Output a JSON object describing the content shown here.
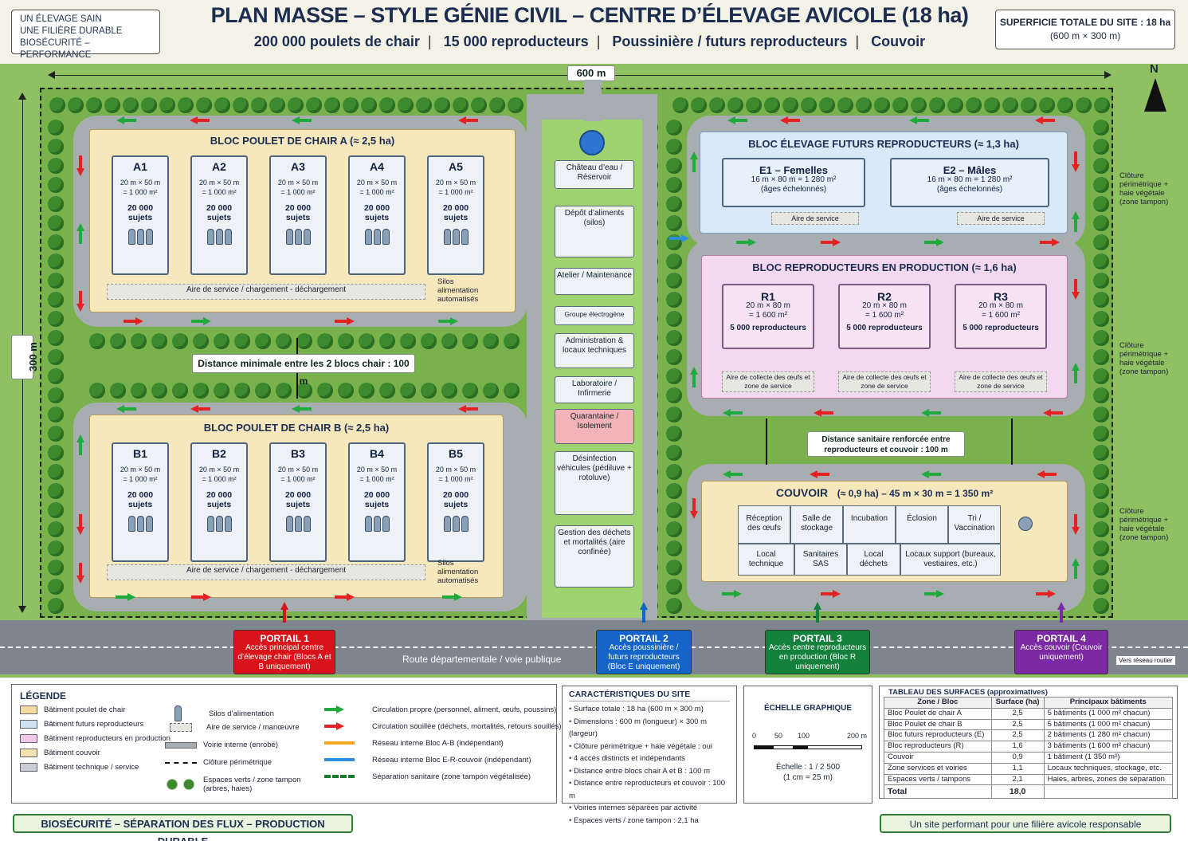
{
  "header": {
    "topleft": [
      "UN ÉLEVAGE SAIN",
      "UNE FILIÈRE DURABLE",
      "BIOSÉCURITÉ – PERFORMANCE"
    ],
    "title": "PLAN MASSE – STYLE GÉNIE CIVIL – CENTRE D’ÉLEVAGE AVICOLE (18 ha)",
    "subtitle": [
      "200 000 poulets de chair",
      "15 000 reproducteurs",
      "Poussinière / futurs reproducteurs",
      "Couvoir"
    ],
    "superficie_line1": "SUPERFICIE TOTALE DU SITE : 18 ha",
    "superficie_line2": "(600 m × 300 m)",
    "north": "N"
  },
  "dimensions": {
    "width": "600 m",
    "height": "300 m"
  },
  "bloc_a": {
    "title": "BLOC POULET DE CHAIR A  (≈ 2,5 ha)",
    "service": "Aire de service / chargement - déchargement",
    "silos": "Silos alimentation automatisés",
    "barns": [
      {
        "name": "A1",
        "dims": "20 m × 50 m",
        "area": "= 1 000 m²",
        "count": "20 000",
        "unit": "sujets"
      },
      {
        "name": "A2",
        "dims": "20 m × 50 m",
        "area": "= 1 000 m²",
        "count": "20 000",
        "unit": "sujets"
      },
      {
        "name": "A3",
        "dims": "20 m × 50 m",
        "area": "= 1 000 m²",
        "count": "20 000",
        "unit": "sujets"
      },
      {
        "name": "A4",
        "dims": "20 m × 50 m",
        "area": "= 1 000 m²",
        "count": "20 000",
        "unit": "sujets"
      },
      {
        "name": "A5",
        "dims": "20 m × 50 m",
        "area": "= 1 000 m²",
        "count": "20 000",
        "unit": "sujets"
      }
    ]
  },
  "bloc_b": {
    "title": "BLOC POULET DE CHAIR B  (≈ 2,5 ha)",
    "service": "Aire de service / chargement - déchargement",
    "silos": "Silos alimentation automatisés",
    "barns": [
      {
        "name": "B1",
        "dims": "20 m × 50 m",
        "area": "= 1 000 m²",
        "count": "20 000",
        "unit": "sujets"
      },
      {
        "name": "B2",
        "dims": "20 m × 50 m",
        "area": "= 1 000 m²",
        "count": "20 000",
        "unit": "sujets"
      },
      {
        "name": "B3",
        "dims": "20 m × 50 m",
        "area": "= 1 000 m²",
        "count": "20 000",
        "unit": "sujets"
      },
      {
        "name": "B4",
        "dims": "20 m × 50 m",
        "area": "= 1 000 m²",
        "count": "20 000",
        "unit": "sujets"
      },
      {
        "name": "B5",
        "dims": "20 m × 50 m",
        "area": "= 1 000 m²",
        "count": "20 000",
        "unit": "sujets"
      }
    ]
  },
  "distance_ab": "Distance minimale entre les 2 blocs chair : 100 m",
  "central": [
    "Château d’eau / Réservoir",
    "Dépôt d’aliments (silos)",
    "Atelier / Maintenance",
    "Groupe électrogène",
    "Administration & locaux techniques",
    "Laboratoire / Infirmerie",
    "Quarantaine / Isolement",
    "Désinfection véhicules (pédiluve + rotoluve)",
    "Gestion des déchets et mortalités (aire confinée)"
  ],
  "bloc_e": {
    "title": "BLOC  ÉLEVAGE FUTURS REPRODUCTEURS  (≈ 1,3 ha)",
    "barns": [
      {
        "name": "E1 – Femelles",
        "dims": "16 m × 80 m = 1 280 m²",
        "note": "(âges échelonnés)",
        "service": "Aire de service"
      },
      {
        "name": "E2 – Mâles",
        "dims": "16 m × 80 m = 1 280 m²",
        "note": "(âges échelonnés)",
        "service": "Aire de service"
      }
    ]
  },
  "bloc_r": {
    "title": "BLOC REPRODUCTEURS EN PRODUCTION  (≈ 1,6 ha)",
    "barns": [
      {
        "name": "R1",
        "dims": "20 m × 80 m",
        "area": "= 1 600 m²",
        "count": "5 000 reproducteurs",
        "service": "Aire de collecte des œufs et zone de service"
      },
      {
        "name": "R2",
        "dims": "20 m × 80 m",
        "area": "= 1 600 m²",
        "count": "5 000 reproducteurs",
        "service": "Aire de collecte des œufs et zone de service"
      },
      {
        "name": "R3",
        "dims": "20 m × 80 m",
        "area": "= 1 600 m²",
        "count": "5 000 reproducteurs",
        "service": "Aire de collecte des œufs et zone de service"
      }
    ]
  },
  "distance_rc": "Distance sanitaire renforcée entre reproducteurs et couvoir : 100 m",
  "couvoir": {
    "title": "COUVOIR",
    "title_suffix": "(≈ 0,9 ha) – 45 m × 30 m = 1 350 m²",
    "rooms_top": [
      "Réception des œufs",
      "Salle de stockage",
      "Incubation",
      "Éclosion",
      "Tri / Vaccination"
    ],
    "rooms_bottom": [
      "Local technique",
      "Sanitaires SAS",
      "Local déchets",
      "Locaux support (bureaux, vestiaires, etc.)"
    ]
  },
  "side_notes": [
    "Clôture périmétrique + haie végétale (zone tampon)",
    "Clôture périmétrique + haie végétale (zone tampon)",
    "Clôture périmétrique + haie végétale (zone tampon)"
  ],
  "road": "Route départementale / voie publique",
  "road_right": "Vers réseau routier",
  "portals": [
    {
      "title": "PORTAIL 1",
      "text": "Accès principal centre d’élevage chair (Blocs A et B uniquement)",
      "color": "#d8141a"
    },
    {
      "title": "PORTAIL 2",
      "text": "Accès poussinière / futurs reproducteurs (Bloc E uniquement)",
      "color": "#1565c8"
    },
    {
      "title": "PORTAIL 3",
      "text": "Accès centre reproducteurs en production (Bloc R uniquement)",
      "color": "#13803b"
    },
    {
      "title": "PORTAIL 4",
      "text": "Accès couvoir (Couvoir uniquement)",
      "color": "#7b2aa3"
    }
  ],
  "legend": {
    "title": "LÉGENDE",
    "left": [
      {
        "label": "Bâtiment poulet de chair",
        "color": "#f5d9a3"
      },
      {
        "label": "Bâtiment futurs reproducteurs",
        "color": "#cfe2f5"
      },
      {
        "label": "Bâtiment reproducteurs en production",
        "color": "#f2c9eb"
      },
      {
        "label": "Bâtiment couvoir",
        "color": "#f7e3b0"
      },
      {
        "label": "Bâtiment technique / service",
        "color": "#c9cdd3"
      }
    ],
    "mid": [
      "Silos d’alimentation",
      "Aire de service / manœuvre",
      "Voirie interne (enrobé)",
      "Clôture périmétrique",
      "Espaces verts / zone tampon (arbres, haies)"
    ],
    "right": [
      {
        "label": "Circulation propre (personnel, aliment, œufs, poussins)",
        "color": "#1faa3b"
      },
      {
        "label": "Circulation souillée (déchets, mortalités, retours souillés)",
        "color": "#e52222"
      },
      {
        "label": "Réseau interne Bloc A-B (indépendant)",
        "color": "#f5a623"
      },
      {
        "label": "Réseau interne Bloc E-R-couvoir (indépendant)",
        "color": "#2f8ee0"
      },
      {
        "label": "Séparation sanitaire (zone tampon végétalisée)",
        "color": "#1a7a2c"
      }
    ]
  },
  "caracteristiques": {
    "title": "CARACTÉRISTIQUES DU SITE",
    "items": [
      "Surface totale : 18 ha (600 m × 300 m)",
      "Dimensions : 600 m (longueur) × 300 m (largeur)",
      "Clôture périmétrique + haie végétale : oui",
      "4 accès distincts et indépendants",
      "Distance entre blocs chair A et B : 100 m",
      "Distance entre reproducteurs et couvoir : 100 m",
      "Voiries internes séparées par activité",
      "Espaces verts / zone tampon : 2,1 ha"
    ]
  },
  "echelle": {
    "title": "ÉCHELLE GRAPHIQUE",
    "ticks": [
      "0",
      "50",
      "100",
      "200 m"
    ],
    "line1": "Échelle : 1 / 2 500",
    "line2": "(1 cm = 25 m)"
  },
  "tableau": {
    "title": "TABLEAU DES SURFACES (approximatives)",
    "headers": [
      "Zone / Bloc",
      "Surface (ha)",
      "Principaux bâtiments"
    ],
    "rows": [
      [
        "Bloc Poulet de chair A",
        "2,5",
        "5 bâtiments (1 000 m² chacun)"
      ],
      [
        "Bloc Poulet de chair B",
        "2,5",
        "5 bâtiments (1 000 m² chacun)"
      ],
      [
        "Bloc futurs reproducteurs (E)",
        "2,5",
        "2 bâtiments (1 280 m² chacun)"
      ],
      [
        "Bloc reproducteurs (R)",
        "1,6",
        "3 bâtiments (1 600 m² chacun)"
      ],
      [
        "Couvoir",
        "0,9",
        "1 bâtiment (1 350 m²)"
      ],
      [
        "Zone services et voiries",
        "1,1",
        "Locaux techniques, stockage, etc."
      ],
      [
        "Espaces verts / tampons",
        "2,1",
        "Haies, arbres, zones de séparation"
      ]
    ],
    "total_label": "Total",
    "total_value": "18,0"
  },
  "footer_left": "BIOSÉCURITÉ – SÉPARATION DES FLUX – PRODUCTION DURABLE",
  "footer_right": "Un site performant pour une filière avicole responsable"
}
